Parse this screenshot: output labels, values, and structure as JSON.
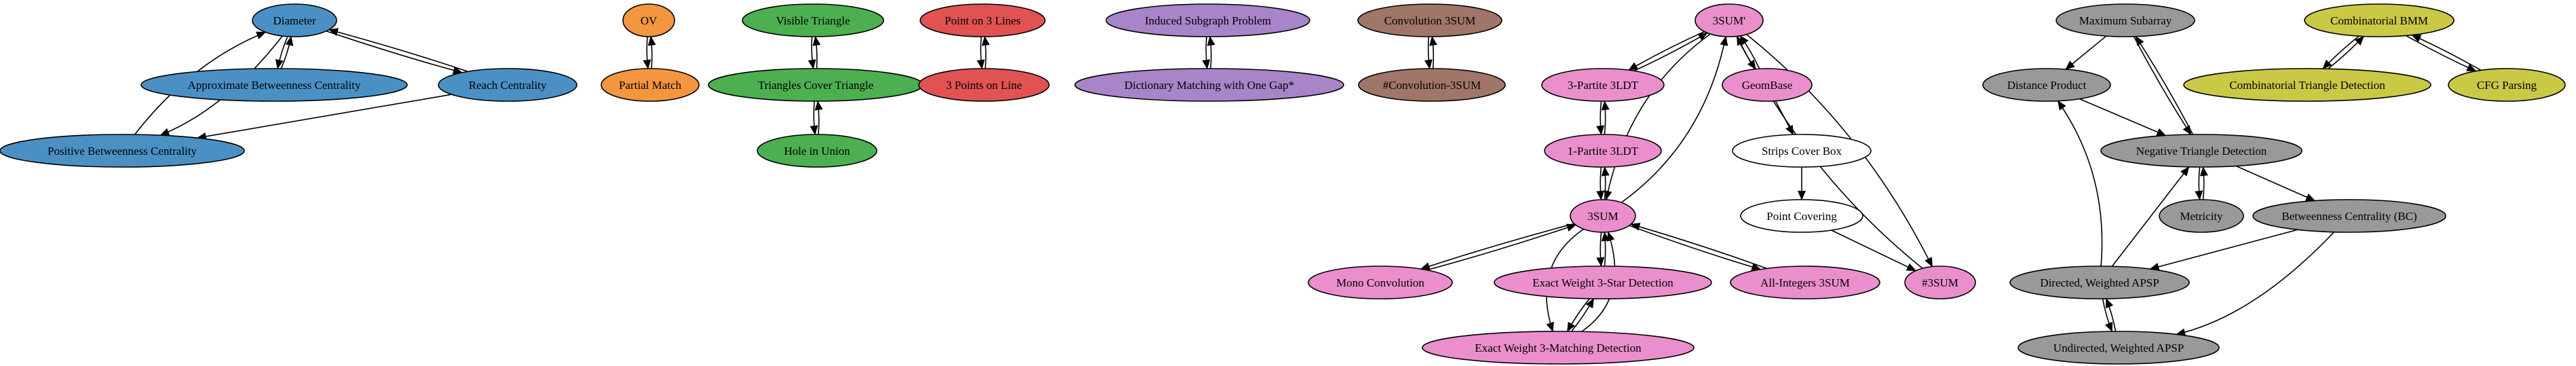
{
  "palette": {
    "blue": "#4a90c4",
    "orange": "#f4963f",
    "green": "#4caf50",
    "red": "#e15252",
    "purple": "#a884c8",
    "brown": "#a07668",
    "pink": "#ea8fcc",
    "white": "#ffffff",
    "gray": "#999999",
    "olive": "#c9c946"
  },
  "nodes": [
    {
      "id": "diameter",
      "label": "Diameter",
      "color": "blue"
    },
    {
      "id": "approx_bc",
      "label": "Approximate Betweenness Centrality",
      "color": "blue"
    },
    {
      "id": "reach",
      "label": "Reach Centrality",
      "color": "blue"
    },
    {
      "id": "pos_bc",
      "label": "Positive Betweenness Centrality",
      "color": "blue"
    },
    {
      "id": "ov",
      "label": "OV",
      "color": "orange"
    },
    {
      "id": "partial",
      "label": "Partial Match",
      "color": "orange"
    },
    {
      "id": "visible",
      "label": "Visible Triangle",
      "color": "green"
    },
    {
      "id": "tri_cover",
      "label": "Triangles Cover Triangle",
      "color": "green"
    },
    {
      "id": "hole",
      "label": "Hole in Union",
      "color": "green"
    },
    {
      "id": "p3lines",
      "label": "Point on 3 Lines",
      "color": "red"
    },
    {
      "id": "p3line",
      "label": "3 Points on Line",
      "color": "red"
    },
    {
      "id": "induced",
      "label": "Induced Subgraph Problem",
      "color": "purple"
    },
    {
      "id": "dictmatch",
      "label": "Dictionary Matching with One Gap*",
      "color": "purple"
    },
    {
      "id": "conv3sum",
      "label": "Convolution 3SUM",
      "color": "brown"
    },
    {
      "id": "sharpconv",
      "label": "#Convolution-3SUM",
      "color": "brown"
    },
    {
      "id": "sum3prime",
      "label": "3SUM'",
      "color": "pink"
    },
    {
      "id": "p3ldt",
      "label": "3-Partite 3LDT",
      "color": "pink"
    },
    {
      "id": "geombase",
      "label": "GeomBase",
      "color": "pink"
    },
    {
      "id": "p1ldt",
      "label": "1-Partite 3LDT",
      "color": "pink"
    },
    {
      "id": "strips",
      "label": "Strips Cover Box",
      "color": "white"
    },
    {
      "id": "pointcov",
      "label": "Point Covering",
      "color": "white"
    },
    {
      "id": "sum3",
      "label": "3SUM",
      "color": "pink"
    },
    {
      "id": "monoconv",
      "label": "Mono Convolution",
      "color": "pink"
    },
    {
      "id": "ew3star",
      "label": "Exact Weight 3-Star Detection",
      "color": "pink"
    },
    {
      "id": "allint",
      "label": "All-Integers 3SUM",
      "color": "pink"
    },
    {
      "id": "sharp3sum",
      "label": "#3SUM",
      "color": "pink"
    },
    {
      "id": "ew3match",
      "label": "Exact Weight 3-Matching Detection",
      "color": "pink"
    },
    {
      "id": "maxsub",
      "label": "Maximum Subarray",
      "color": "gray"
    },
    {
      "id": "distprod",
      "label": "Distance Product",
      "color": "gray"
    },
    {
      "id": "negtri",
      "label": "Negative Triangle Detection",
      "color": "gray"
    },
    {
      "id": "metricity",
      "label": "Metricity",
      "color": "gray"
    },
    {
      "id": "bc",
      "label": "Betweenness Centrality (BC)",
      "color": "gray"
    },
    {
      "id": "dirapsp",
      "label": "Directed, Weighted APSP",
      "color": "gray"
    },
    {
      "id": "undirapsp",
      "label": "Undirected, Weighted APSP",
      "color": "gray"
    },
    {
      "id": "combbmm",
      "label": "Combinatorial BMM",
      "color": "olive"
    },
    {
      "id": "combtri",
      "label": "Combinatorial Triangle Detection",
      "color": "olive"
    },
    {
      "id": "cfg",
      "label": "CFG Parsing",
      "color": "olive"
    }
  ],
  "edges": [
    {
      "from": "diameter",
      "to": "approx_bc"
    },
    {
      "from": "approx_bc",
      "to": "diameter"
    },
    {
      "from": "diameter",
      "to": "reach"
    },
    {
      "from": "reach",
      "to": "diameter"
    },
    {
      "from": "diameter",
      "to": "pos_bc"
    },
    {
      "from": "pos_bc",
      "to": "diameter"
    },
    {
      "from": "reach",
      "to": "pos_bc"
    },
    {
      "from": "ov",
      "to": "partial"
    },
    {
      "from": "partial",
      "to": "ov"
    },
    {
      "from": "visible",
      "to": "tri_cover"
    },
    {
      "from": "tri_cover",
      "to": "visible"
    },
    {
      "from": "tri_cover",
      "to": "hole"
    },
    {
      "from": "hole",
      "to": "tri_cover"
    },
    {
      "from": "p3lines",
      "to": "p3line"
    },
    {
      "from": "p3line",
      "to": "p3lines"
    },
    {
      "from": "induced",
      "to": "dictmatch"
    },
    {
      "from": "dictmatch",
      "to": "induced"
    },
    {
      "from": "conv3sum",
      "to": "sharpconv"
    },
    {
      "from": "sharpconv",
      "to": "conv3sum"
    },
    {
      "from": "sum3prime",
      "to": "p3ldt"
    },
    {
      "from": "p3ldt",
      "to": "sum3prime"
    },
    {
      "from": "sum3prime",
      "to": "geombase"
    },
    {
      "from": "geombase",
      "to": "sum3prime"
    },
    {
      "from": "sum3prime",
      "to": "sum3"
    },
    {
      "from": "sum3",
      "to": "sum3prime"
    },
    {
      "from": "sum3prime",
      "to": "sharp3sum"
    },
    {
      "from": "sharp3sum",
      "to": "sum3prime"
    },
    {
      "from": "p3ldt",
      "to": "p1ldt"
    },
    {
      "from": "p1ldt",
      "to": "p3ldt"
    },
    {
      "from": "p1ldt",
      "to": "sum3"
    },
    {
      "from": "sum3",
      "to": "p1ldt"
    },
    {
      "from": "geombase",
      "to": "strips"
    },
    {
      "from": "strips",
      "to": "pointcov"
    },
    {
      "from": "pointcov",
      "to": "sharp3sum"
    },
    {
      "from": "sum3",
      "to": "monoconv"
    },
    {
      "from": "monoconv",
      "to": "sum3"
    },
    {
      "from": "sum3",
      "to": "ew3star"
    },
    {
      "from": "ew3star",
      "to": "sum3"
    },
    {
      "from": "sum3",
      "to": "allint"
    },
    {
      "from": "allint",
      "to": "sum3"
    },
    {
      "from": "sum3",
      "to": "ew3match"
    },
    {
      "from": "ew3match",
      "to": "sum3"
    },
    {
      "from": "ew3star",
      "to": "ew3match"
    },
    {
      "from": "ew3match",
      "to": "ew3star"
    },
    {
      "from": "maxsub",
      "to": "distprod"
    },
    {
      "from": "maxsub",
      "to": "negtri"
    },
    {
      "from": "negtri",
      "to": "maxsub"
    },
    {
      "from": "distprod",
      "to": "negtri"
    },
    {
      "from": "negtri",
      "to": "metricity"
    },
    {
      "from": "metricity",
      "to": "negtri"
    },
    {
      "from": "negtri",
      "to": "bc"
    },
    {
      "from": "bc",
      "to": "dirapsp"
    },
    {
      "from": "bc",
      "to": "undirapsp"
    },
    {
      "from": "dirapsp",
      "to": "distprod"
    },
    {
      "from": "dirapsp",
      "to": "negtri"
    },
    {
      "from": "dirapsp",
      "to": "undirapsp"
    },
    {
      "from": "undirapsp",
      "to": "dirapsp"
    },
    {
      "from": "combbmm",
      "to": "combtri"
    },
    {
      "from": "combtri",
      "to": "combbmm"
    },
    {
      "from": "combbmm",
      "to": "cfg"
    },
    {
      "from": "cfg",
      "to": "combbmm"
    }
  ]
}
